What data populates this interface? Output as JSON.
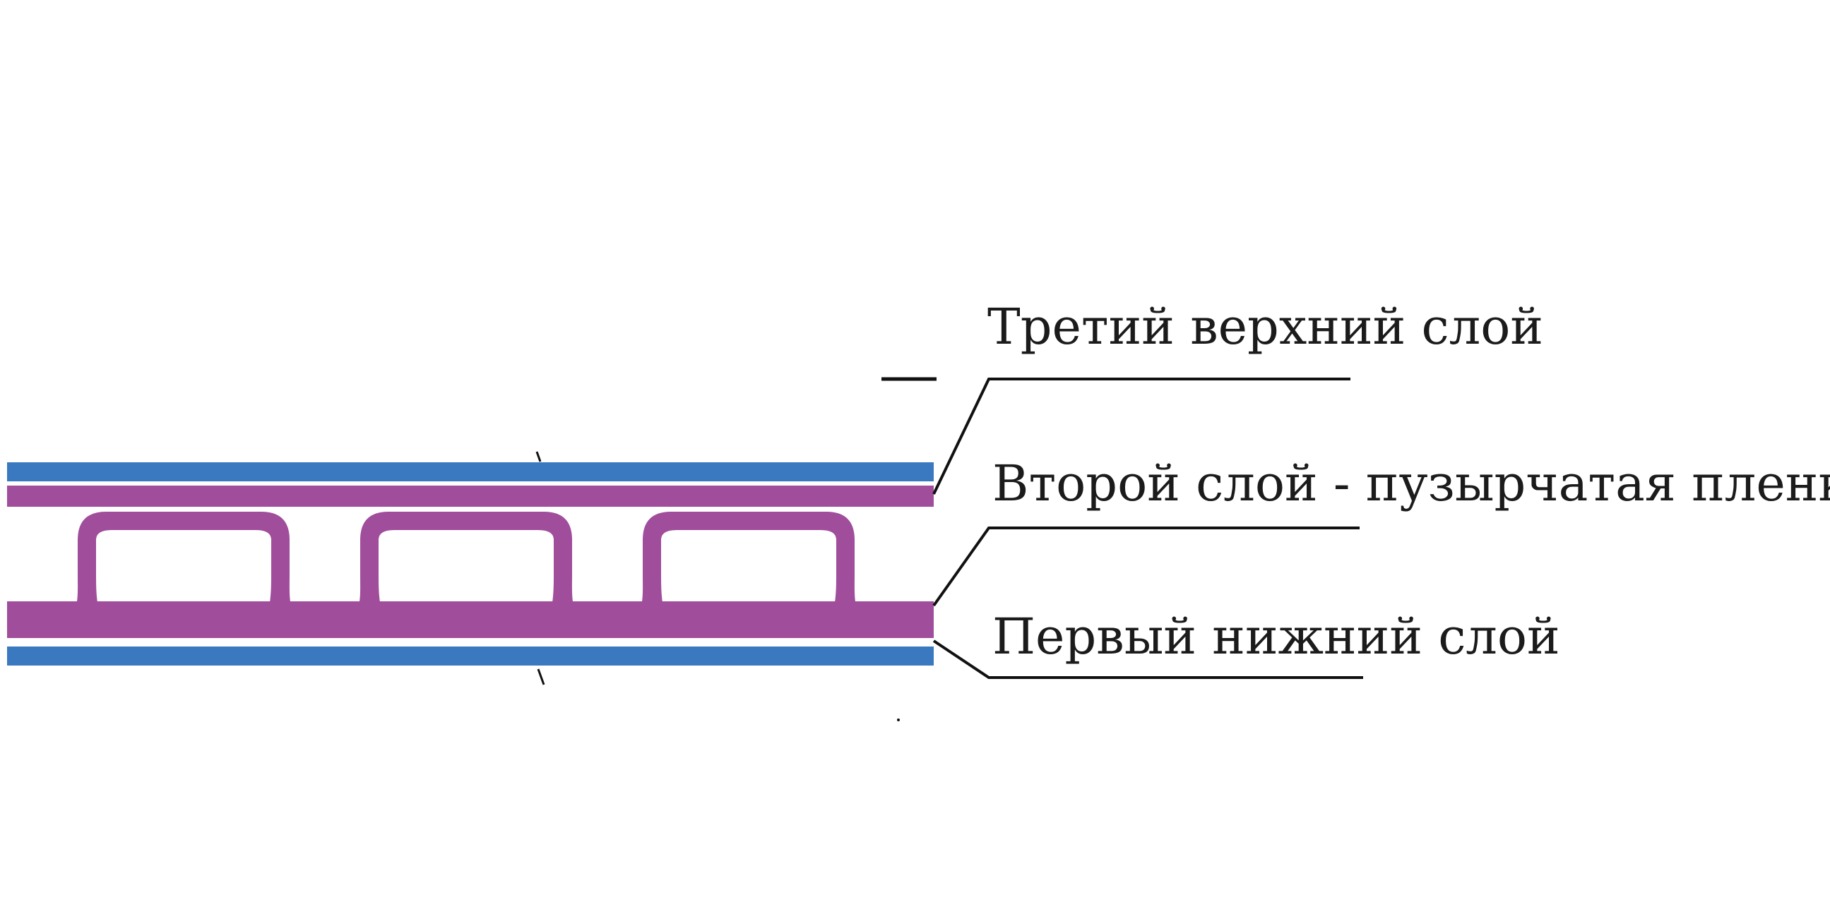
{
  "diagram": {
    "labels": {
      "third_layer": "Третий верхний слой",
      "second_layer": "Второй слой - пузырчатая пленка",
      "first_layer": "Первый нижний слой"
    },
    "colors": {
      "outer_film": "#3a78bf",
      "bubble_film": "#a04d9c",
      "leader_line": "#111111",
      "text": "#1b1b1b",
      "background": "#ffffff"
    },
    "bubble_count": 3
  }
}
